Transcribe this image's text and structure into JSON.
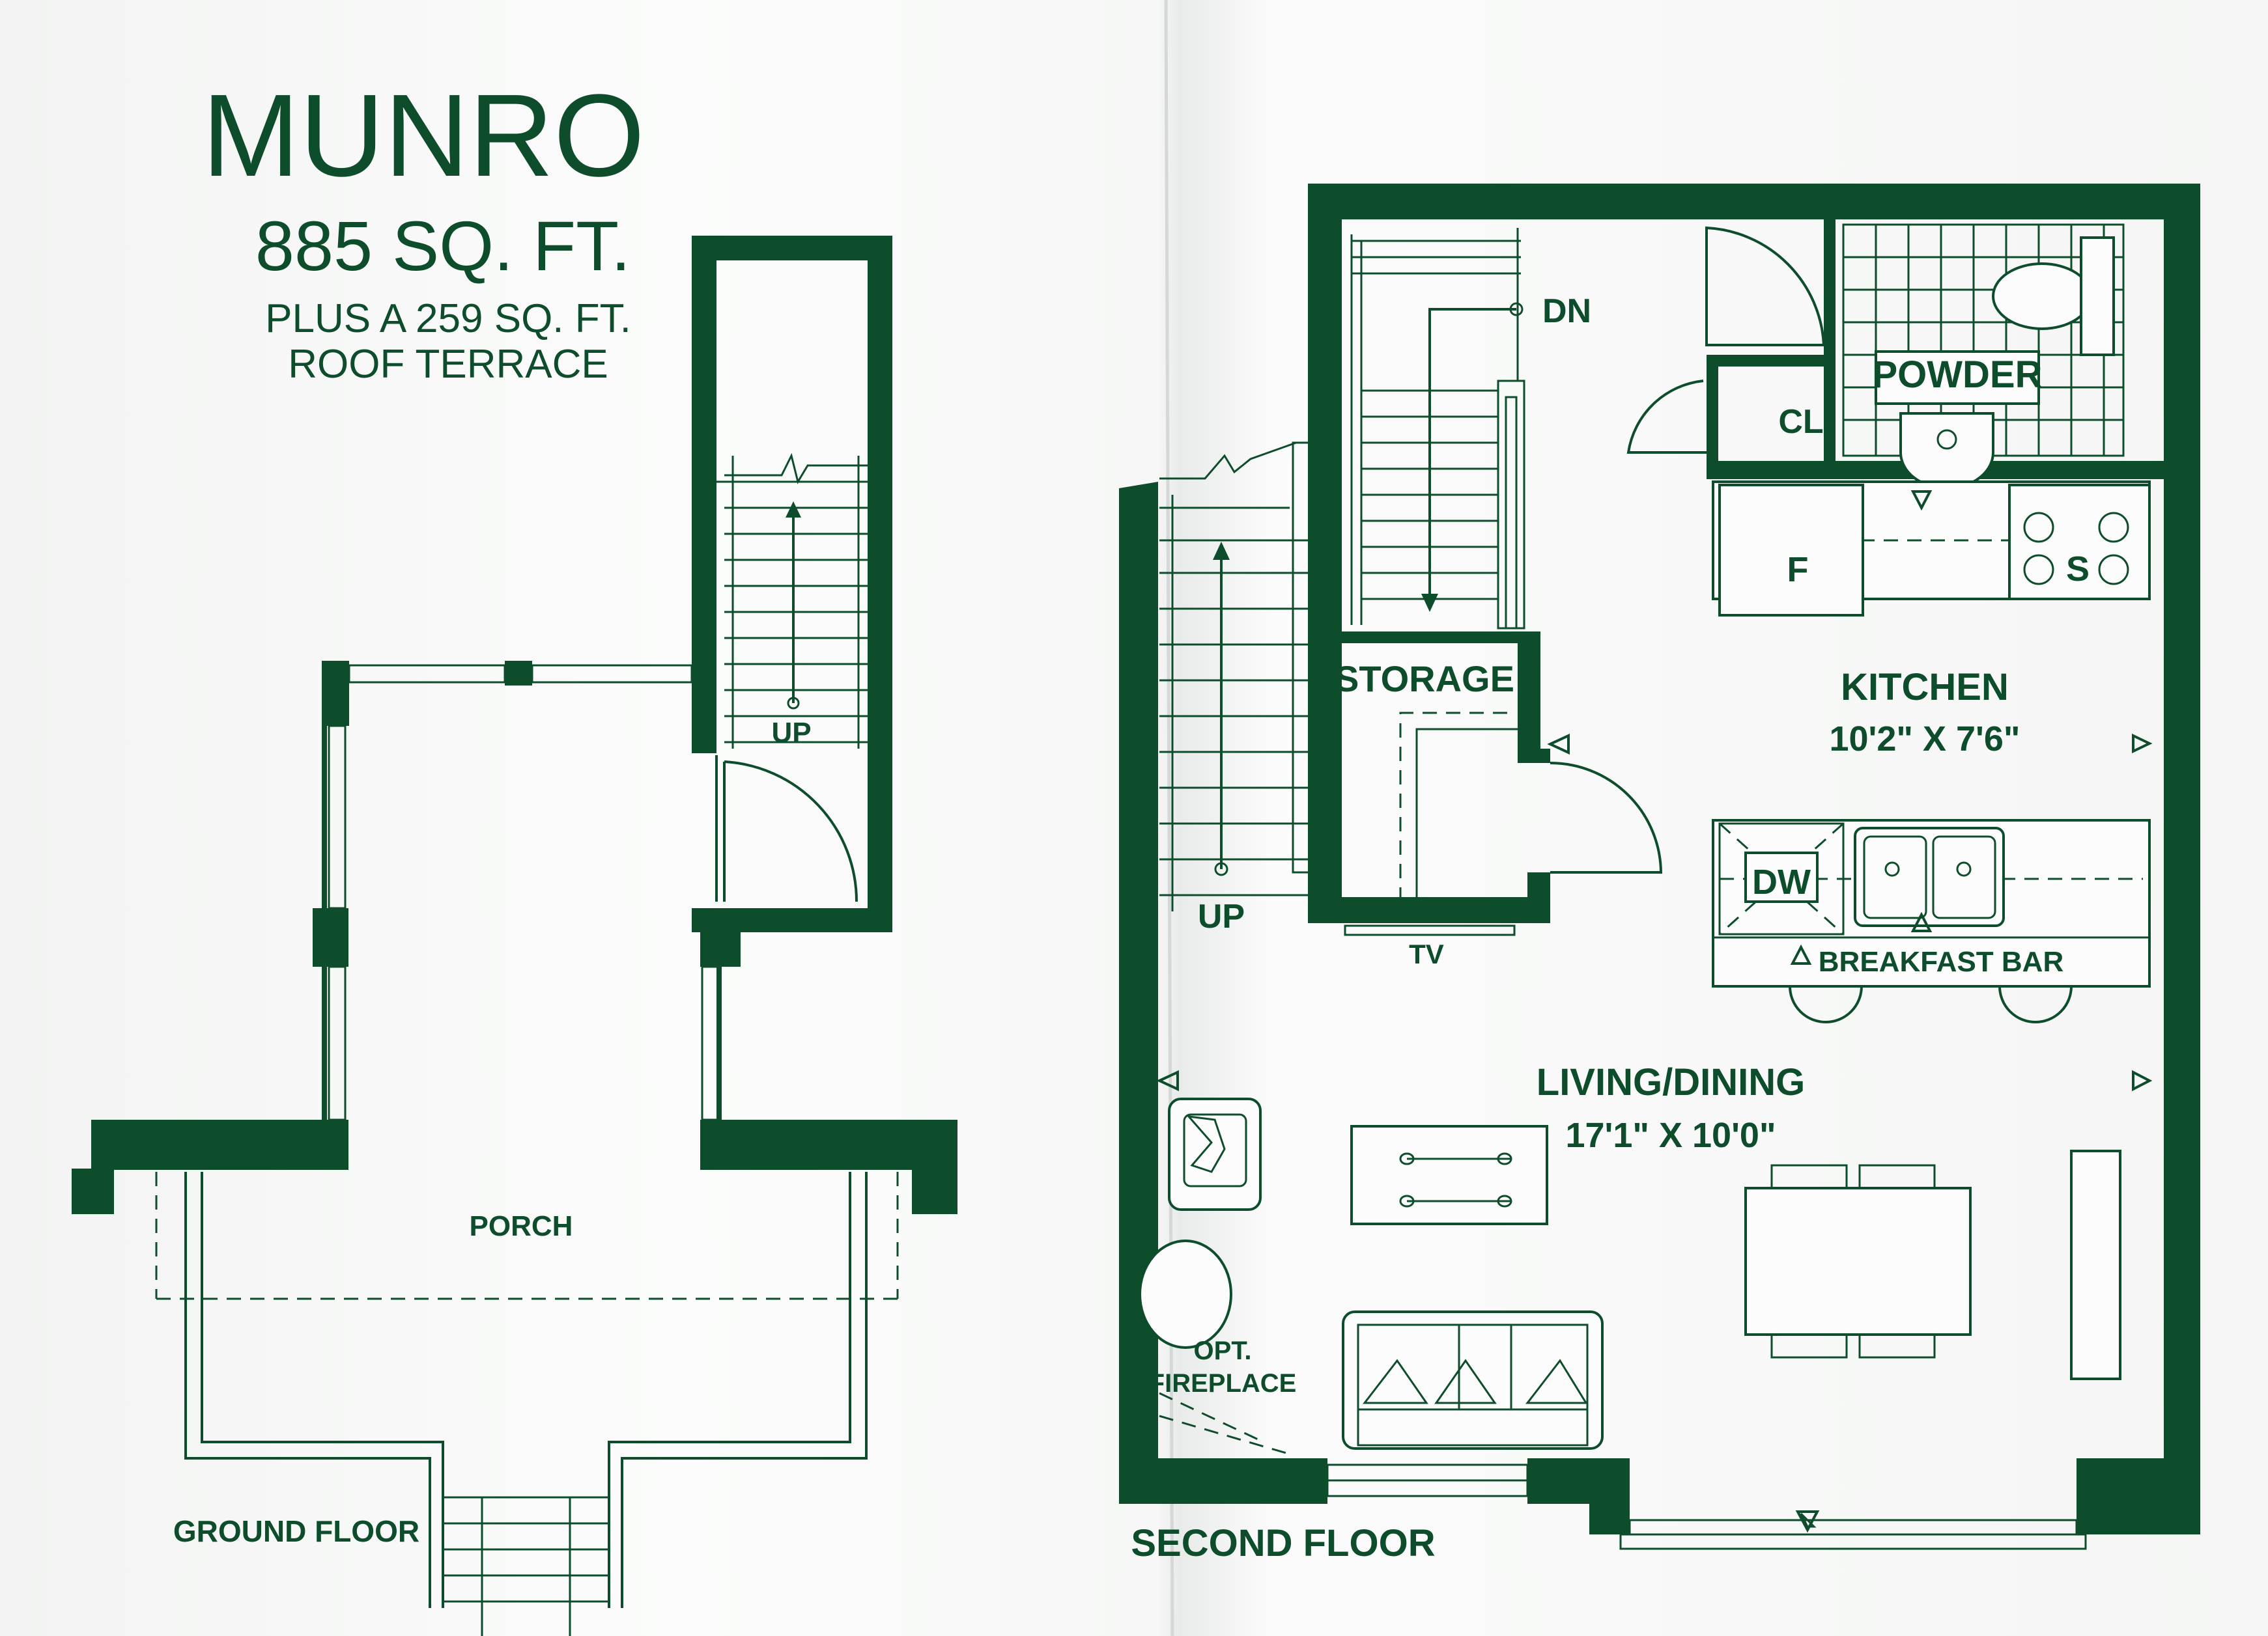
{
  "title": "MUNRO",
  "area": "885 SQ. FT.",
  "terrace_line1": "PLUS A 259 SQ. FT.",
  "terrace_line2": "ROOF TERRACE",
  "colors": {
    "ink": "#0e4d2c",
    "paper": "#f7f8f7"
  },
  "ground_floor": {
    "label": "GROUND FLOOR",
    "porch": "PORCH",
    "stair_up": "UP"
  },
  "second_floor": {
    "label": "SECOND FLOOR",
    "stair_down": "DN",
    "stair_up": "UP",
    "storage": "STORAGE",
    "tv": "TV",
    "closet": "CL",
    "powder": "POWDER",
    "fridge": "F",
    "stove": "S",
    "dishwasher": "DW",
    "kitchen_name": "KITCHEN",
    "kitchen_size": "10'2\" X 7'6\"",
    "breakfast_bar": "BREAKFAST BAR",
    "living_name": "LIVING/DINING",
    "living_size": "17'1\" X 10'0\"",
    "fireplace_line1": "OPT.",
    "fireplace_line2": "FIREPLACE"
  }
}
